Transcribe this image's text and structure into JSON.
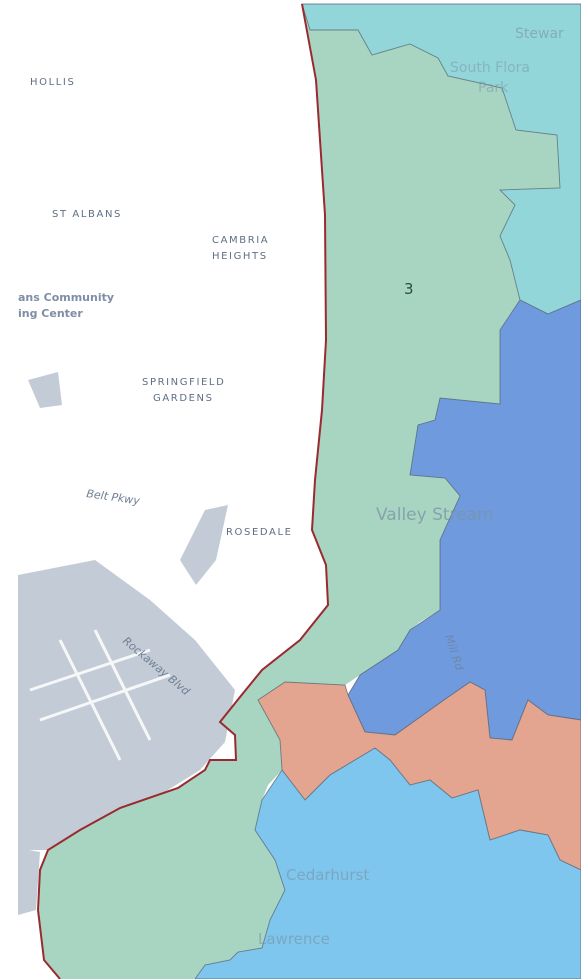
{
  "districts": [
    {
      "id": "3",
      "label": "3",
      "color": "#a8d5c2"
    },
    {
      "id": "northeast",
      "color": "#93d6d9"
    },
    {
      "id": "east",
      "color": "#6f9bde"
    },
    {
      "id": "south",
      "color": "#e3a58f"
    },
    {
      "id": "southwest",
      "color": "#7ec6ee"
    }
  ],
  "boundary_color": "#9a2a2f",
  "land_color": "#ffffff",
  "water_color": "#c3ccd6",
  "places": {
    "hollis": "HOLLIS",
    "st_albans": "ST ALBANS",
    "cambria_1": "CAMBRIA",
    "cambria_2": "HEIGHTS",
    "springfield_1": "SPRINGFIELD",
    "springfield_2": "GARDENS",
    "rosedale": "ROSEDALE",
    "valley_stream": "Valley Stream",
    "cedarhurst": "Cedarhurst",
    "lawrence": "Lawrence",
    "stewart": "Stewar",
    "south_floral_1": "South Flora",
    "south_floral_2": "Park"
  },
  "roads": {
    "belt": "Belt Pkwy",
    "rockaway": "Rockaway Blvd",
    "mill": "Mill Rd"
  },
  "poi": {
    "line1": "ans Community",
    "line2": "ing Center"
  }
}
